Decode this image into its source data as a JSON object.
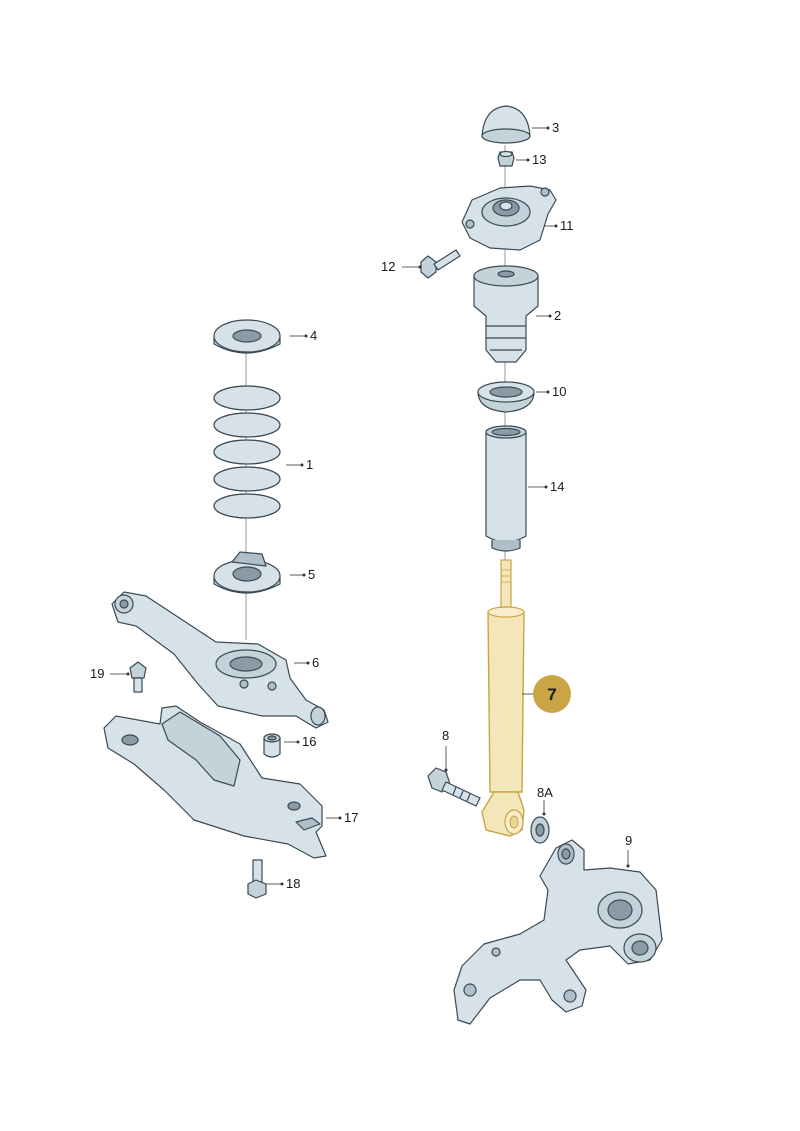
{
  "diagram": {
    "labels": {
      "p1": "1",
      "p2": "2",
      "p3": "3",
      "p4": "4",
      "p5": "5",
      "p6": "6",
      "p7": "7",
      "p8": "8",
      "p8a": "8A",
      "p9": "9",
      "p10": "10",
      "p11": "11",
      "p12": "12",
      "p13": "13",
      "p14": "14",
      "p16": "16",
      "p17": "17",
      "p18": "18",
      "p19": "19"
    },
    "highlight_color": "#c9a545",
    "highlight_fill": "#f3e6b8",
    "part_color": "#d7e2e8",
    "line_color": "#3a4a55"
  }
}
